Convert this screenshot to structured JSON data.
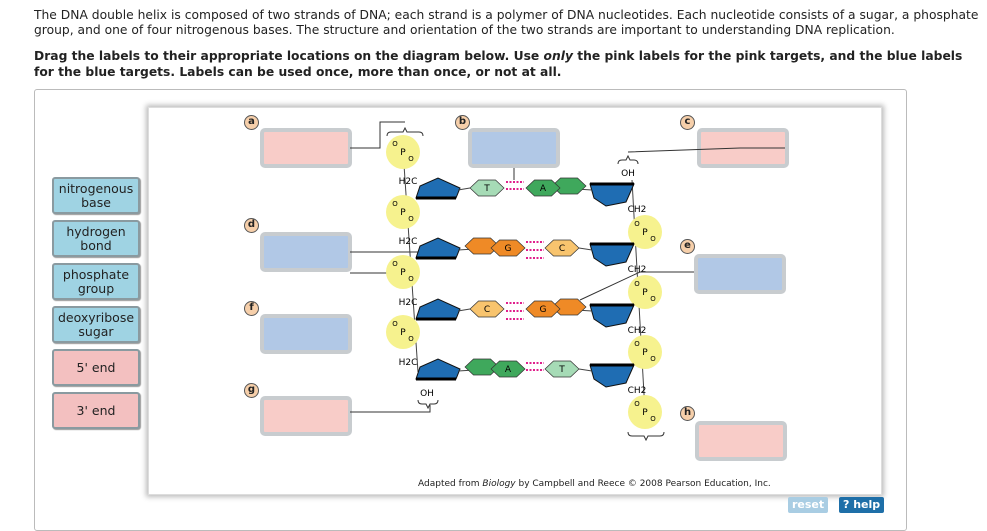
{
  "intro": "The DNA double helix is composed of two strands of DNA; each strand is a polymer of DNA nucleotides. Each nucleotide consists of a sugar, a phosphate group, and one of four nitrogenous bases. The structure and orientation of the two strands are important to understanding DNA replication.",
  "instructions": {
    "a": "Drag the labels to their appropriate locations on the diagram below. Use ",
    "em": "only",
    "b": " the pink labels for the pink targets, and the blue labels for the blue targets. Labels can be used once, more than once, or not at all."
  },
  "labels": [
    {
      "text": "nitrogenous base",
      "color": "blue"
    },
    {
      "text": "hydrogen bond",
      "color": "blue"
    },
    {
      "text": "phosphate group",
      "color": "blue"
    },
    {
      "text": "deoxyribose sugar",
      "color": "blue"
    },
    {
      "text": "5' end",
      "color": "pink"
    },
    {
      "text": "3' end",
      "color": "pink"
    }
  ],
  "targets": [
    {
      "letter": "a",
      "color": "pink"
    },
    {
      "letter": "b",
      "color": "blue"
    },
    {
      "letter": "c",
      "color": "pink"
    },
    {
      "letter": "d",
      "color": "blue"
    },
    {
      "letter": "e",
      "color": "blue"
    },
    {
      "letter": "f",
      "color": "blue"
    },
    {
      "letter": "g",
      "color": "pink"
    },
    {
      "letter": "h",
      "color": "pink"
    }
  ],
  "diagram": {
    "base_pairs": [
      [
        "T",
        "A"
      ],
      [
        "G",
        "C"
      ],
      [
        "C",
        "G"
      ],
      [
        "A",
        "T"
      ]
    ],
    "oh": "OH",
    "ch2": "CH2",
    "h2c": "H2C",
    "p": "P"
  },
  "credit": {
    "a": "Adapted from ",
    "em": "Biology",
    "b": " by Campbell and Reece © 2008 Pearson Education, Inc."
  },
  "buttons": {
    "reset": "reset",
    "help": "? help"
  },
  "colors": {
    "sugar": "#1f6db3",
    "T": "#a6dbb6",
    "A": "#3fa85c",
    "G": "#ef8a26",
    "C": "#f8c46e",
    "phosphate": "#f6f28e",
    "hbond": "#e0208c"
  }
}
